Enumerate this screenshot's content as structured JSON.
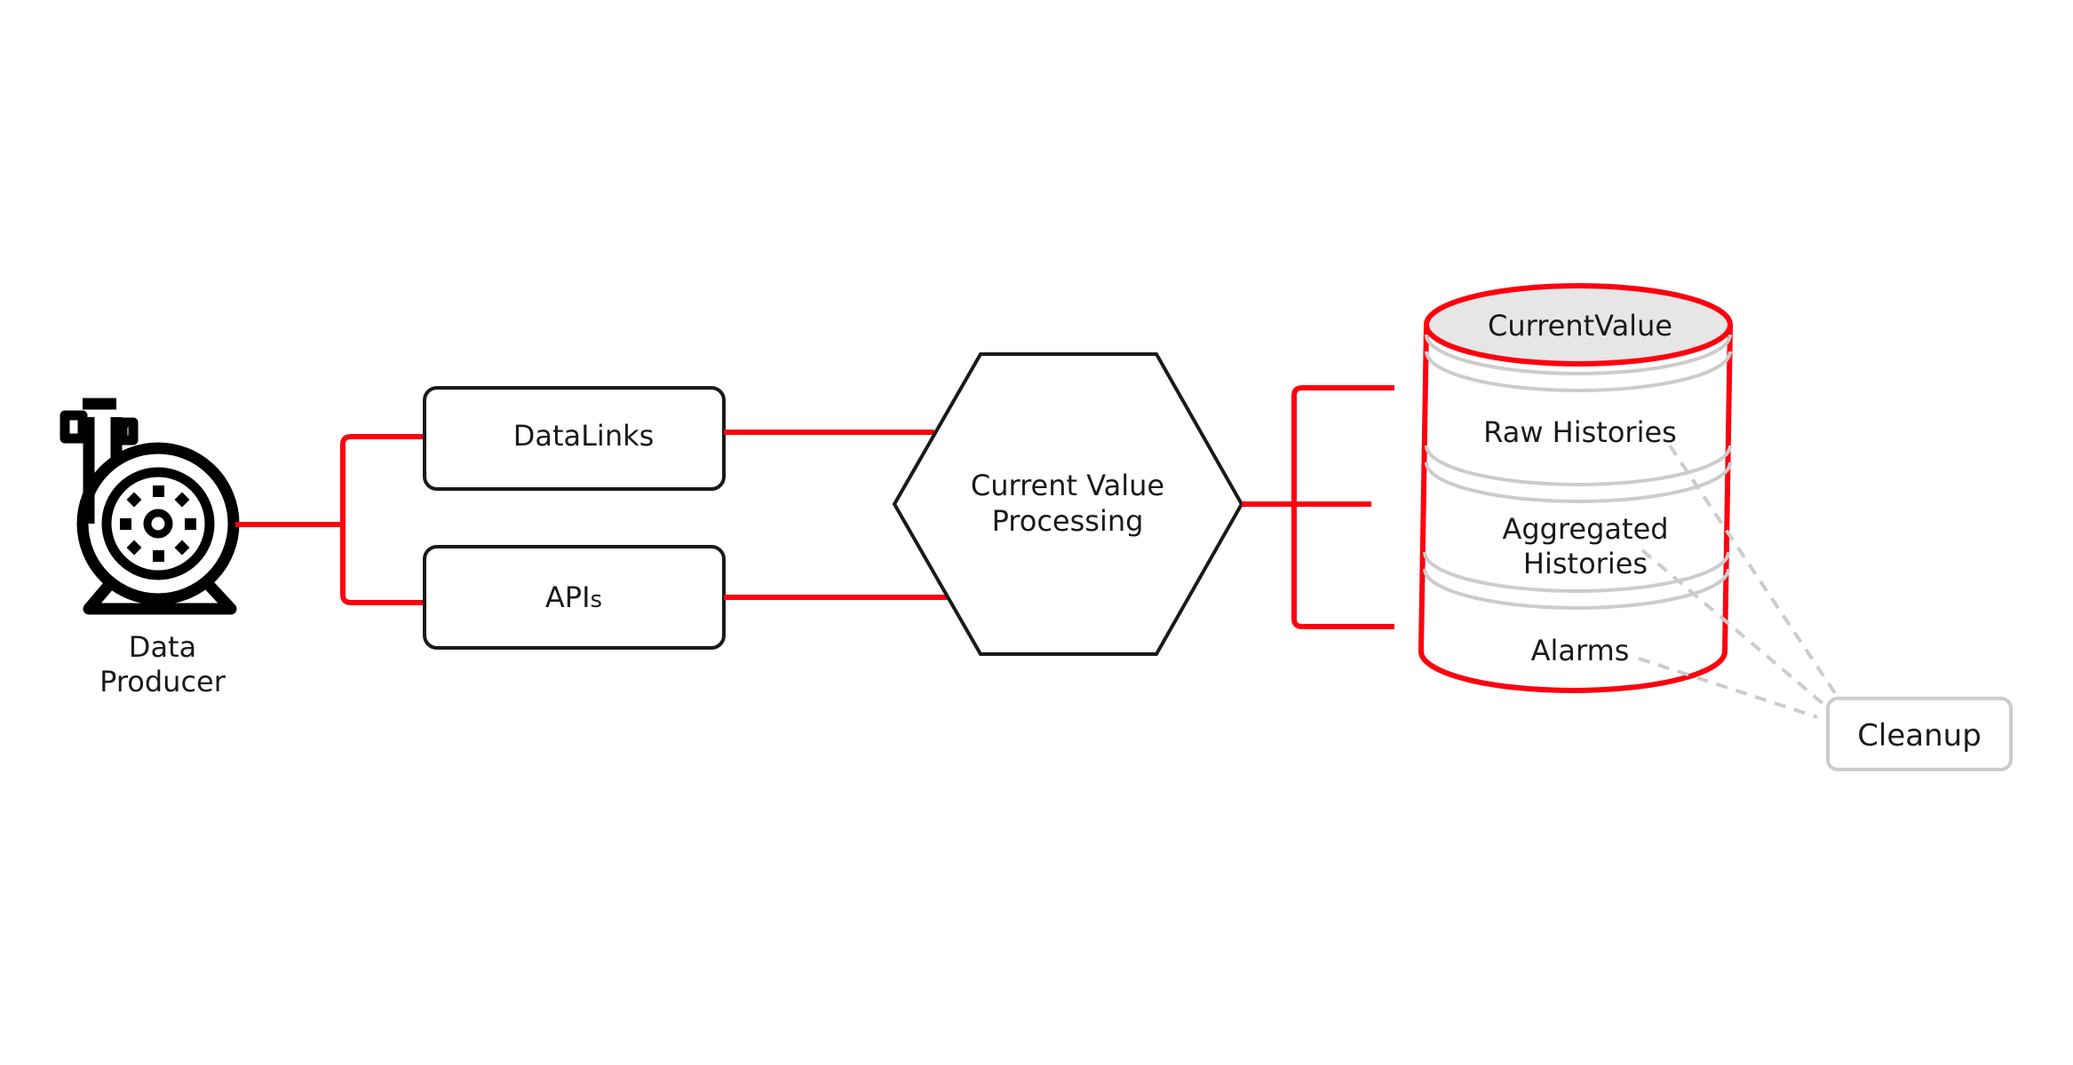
{
  "colors": {
    "accent": "#ff000f",
    "stroke": "#1a1a1a",
    "muted": "#cccccc",
    "db_top_fill": "#e6e6e6",
    "background": "#ffffff"
  },
  "producer": {
    "icon": "pump-icon",
    "label_line1": "Data",
    "label_line2": "Producer"
  },
  "inputs": {
    "datalinks": "DataLinks",
    "apis_main": "API",
    "apis_suffix": "s"
  },
  "processor": {
    "line1": "Current Value",
    "line2": "Processing"
  },
  "database": {
    "top": "CurrentValue",
    "raw_histories": "Raw Histories",
    "aggregated_line1": "Aggregated",
    "aggregated_line2": "Histories",
    "alarms": "Alarms"
  },
  "cleanup": {
    "label": "Cleanup"
  }
}
